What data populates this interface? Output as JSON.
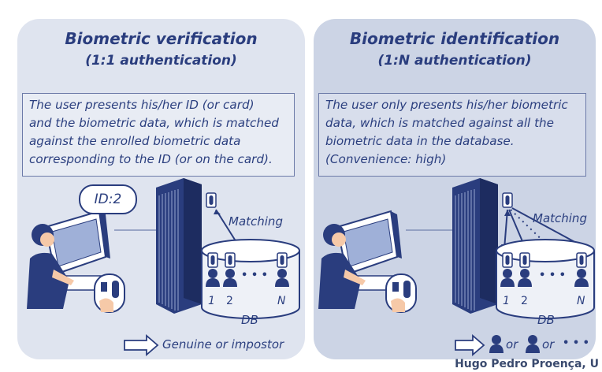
{
  "left": {
    "title": "Biometric verification",
    "subtitle": "(1:1 authentication)",
    "description": [
      "The user presents his/her ID (or card)",
      "and the biometric data, which is matched",
      "against the enrolled biometric data",
      "corresponding to the ID (or on the card)."
    ],
    "id_bubble": "ID:2",
    "matching_label": "Matching",
    "db_label": "DB",
    "user_labels": [
      "1",
      "2",
      "N"
    ],
    "ellipsis": "• • •",
    "result_text": "Genuine or impostor"
  },
  "right": {
    "title": "Biometric identification",
    "subtitle": "(1:N authentication)",
    "description": [
      "The user only presents his/her biometric",
      "data, which is matched against all the",
      "biometric data in the database.",
      "(Convenience: high)"
    ],
    "matching_label": "Matching",
    "db_label": "DB",
    "user_labels": [
      "1",
      "2",
      "N"
    ],
    "ellipsis": "• • •",
    "result_or_1": "or",
    "result_or_2": "or",
    "result_dots": "• • •"
  },
  "credit": "Hugo Pedro Proença, U",
  "colors": {
    "navy": "#2a3d7e",
    "panel_left": "#dfe4ef",
    "panel_right": "#ccd4e5",
    "skin": "#f6c9a8"
  }
}
